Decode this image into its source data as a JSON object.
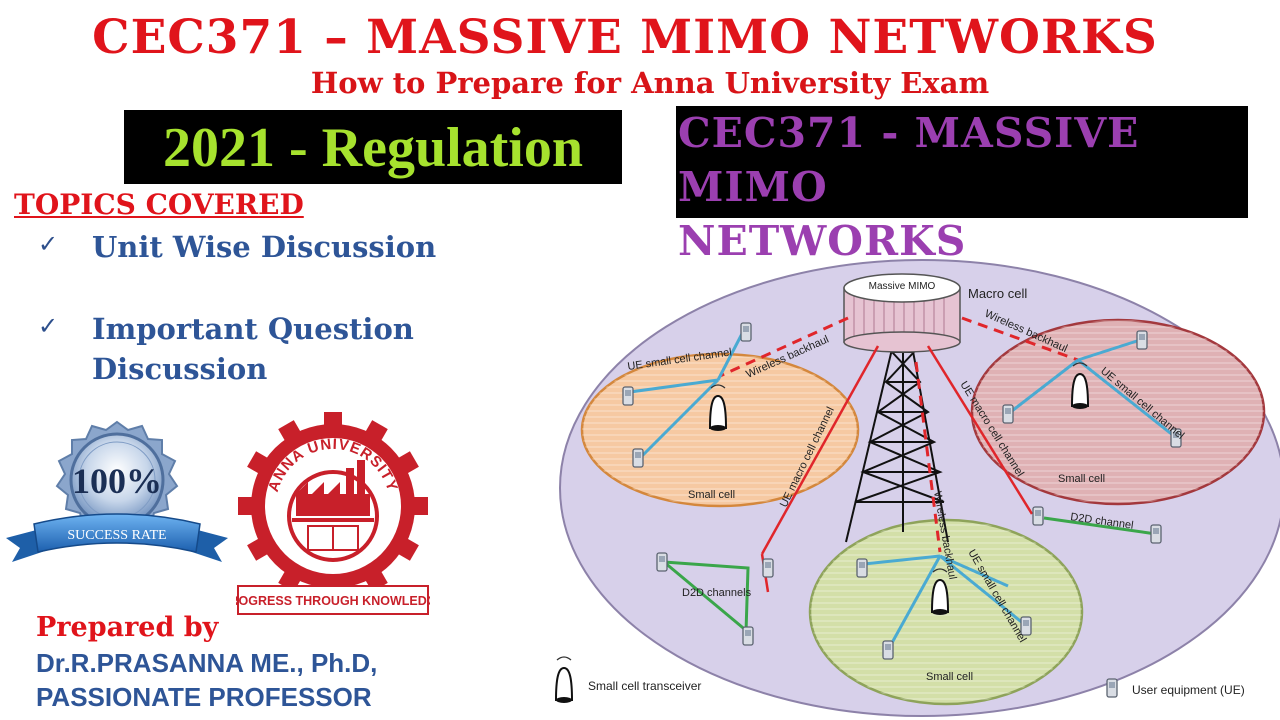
{
  "header": {
    "title": "CEC371 – MASSIVE MIMO NETWORKS",
    "subtitle": "How to Prepare for Anna University Exam"
  },
  "regulation_banner": "2021 - Regulation",
  "course_banner": {
    "line1": "CEC371 - MASSIVE MIMO",
    "line2": "NETWORKS"
  },
  "topics": {
    "heading": "TOPICS COVERED",
    "items": [
      {
        "check": "✓",
        "lines": [
          "Unit Wise Discussion"
        ]
      },
      {
        "check": "✓",
        "lines": [
          "Important Question",
          "Discussion"
        ]
      }
    ]
  },
  "badge": {
    "percent": "100%",
    "label": "SUCCESS RATE"
  },
  "university_logo": {
    "arc_text": "ANNA UNIVERSITY",
    "motto": "PROGRESS THROUGH KNOWLEDGE"
  },
  "author": {
    "prepared_label": "Prepared by",
    "name": "Dr.R.PRASANNA ME., Ph.D,",
    "title": "PASSIONATE PROFESSOR"
  },
  "diagram": {
    "labels": {
      "massive_mimo": "Massive MIMO",
      "macro_cell": "Macro cell",
      "small_cell": "Small cell",
      "ue_small_cell_channel": "UE small cell channel",
      "wireless_backhaul": "Wireless backhaul",
      "ue_macro_cell_channel": "UE macro cell channel",
      "d2d_channel": "D2D channel",
      "d2d_channels": "D2D channels",
      "legend_transceiver": "Small cell transceiver",
      "legend_ue": "User equipment (UE)"
    },
    "colors": {
      "macro": "#d7d0ea",
      "small_orange": "#f6c9a2",
      "small_red": "#dfb1b4",
      "small_green": "#d3dfa8",
      "channel_blue": "#4aaad2",
      "channel_red": "#e0262b",
      "d2d_green": "#3aa64a"
    }
  }
}
